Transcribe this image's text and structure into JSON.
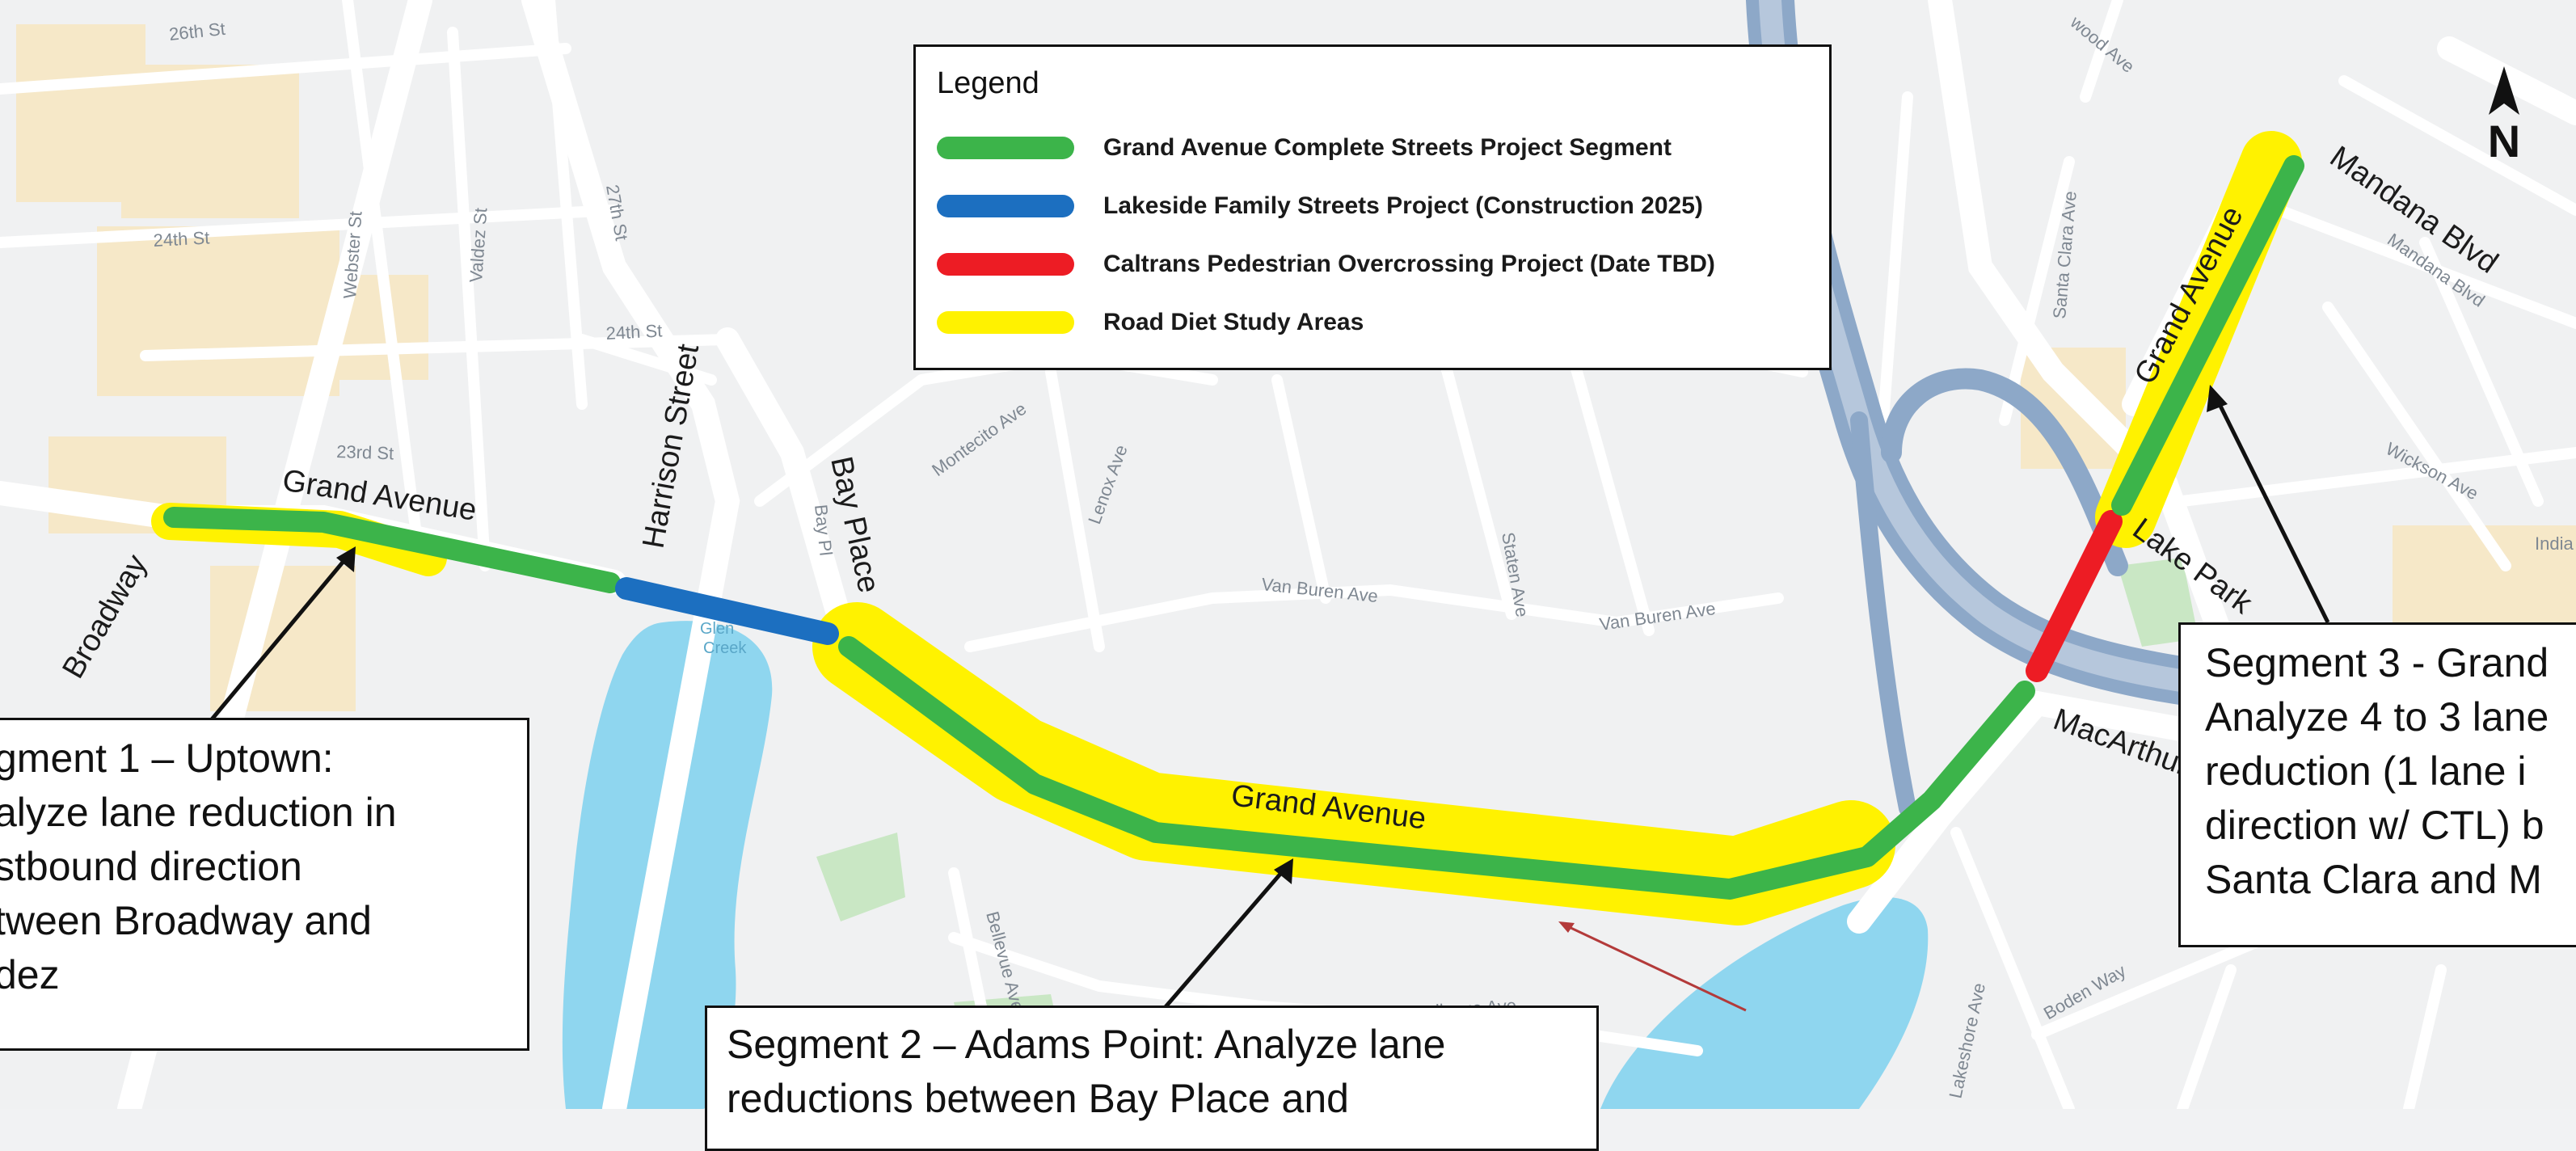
{
  "legend": {
    "title": "Legend",
    "items": [
      {
        "label": "Grand Avenue Complete Streets Project Segment",
        "color": "#3cb44a"
      },
      {
        "label": "Lakeside Family Streets Project (Construction 2025)",
        "color": "#1c6fc0"
      },
      {
        "label": "Caltrans Pedestrian Overcrossing Project (Date TBD)",
        "color": "#ed1c24"
      },
      {
        "label": "Road Diet Study Areas",
        "color": "#fff200"
      }
    ]
  },
  "route_labels": {
    "grand_1": "Grand Avenue",
    "grand_2": "Grand Avenue",
    "grand_3": "Grand Avenue",
    "harrison": "Harrison Street",
    "bay_place": "Bay Place",
    "broadway": "Broadway",
    "lake_park": "Lake Park",
    "macarthur": "MacArthur",
    "mandana": "Mandana Blvd"
  },
  "street_labels": {
    "st26": "26th St",
    "st24": "24th St",
    "st24b": "24th St",
    "st23": "23rd St",
    "st27": "27th St",
    "webster": "Webster St",
    "valdez": "Valdez St",
    "bay_pl": "Bay Pl",
    "montecito": "Montecito Ave",
    "lenox": "Lenox Ave",
    "van_buren_1": "Van Buren Ave",
    "van_buren_2": "Van Buren Ave",
    "staten": "Staten Ave",
    "santa_clara": "Santa Clara Ave",
    "mandana_small": "Mandana Blvd",
    "wickson": "Wickson Ave",
    "bellevue_1": "Bellevue Ave",
    "bellevue_2": "Bellevue Ave",
    "boden": "Boden Way",
    "lakeshore": "Lakeshore Ave",
    "glen_echo_1": "Glen",
    "glen_echo_2": "Creek",
    "wood_ave": "wood Ave",
    "india": "India"
  },
  "callouts": {
    "segment1": [
      "gment 1 – Uptown:",
      "alyze lane reduction in",
      "stbound direction",
      "tween Broadway and",
      "dez"
    ],
    "segment2": [
      "Segment 2 – Adams Point:  Analyze lane",
      "reductions between Bay Place and"
    ],
    "segment3": [
      "Segment 3 - Grand",
      "Analyze 4 to 3 lane",
      "reduction (1 lane i",
      "direction w/ CTL) b",
      "Santa Clara and M"
    ]
  },
  "north_label": "N"
}
